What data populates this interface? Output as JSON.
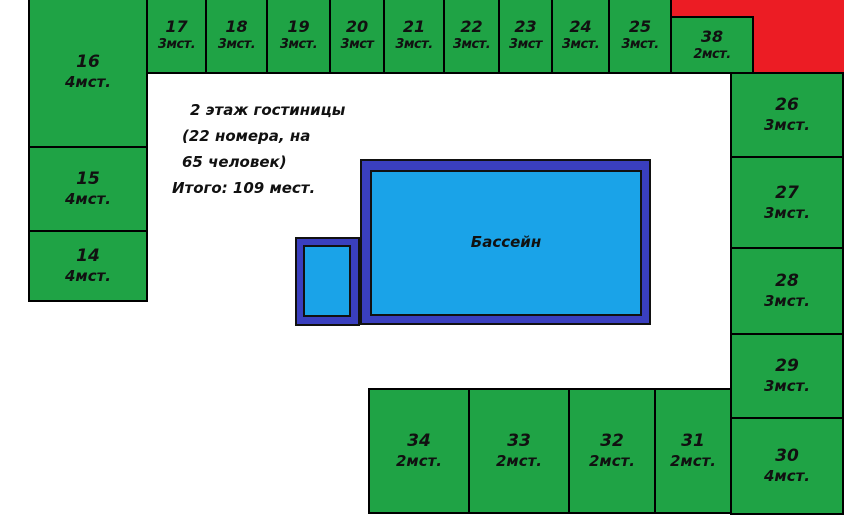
{
  "rooms": {
    "r16": {
      "num": "16",
      "cap": "4мст."
    },
    "r15": {
      "num": "15",
      "cap": "4мст."
    },
    "r14": {
      "num": "14",
      "cap": "4мст."
    },
    "r17": {
      "num": "17",
      "cap": "3мст."
    },
    "r18": {
      "num": "18",
      "cap": "3мст."
    },
    "r19": {
      "num": "19",
      "cap": "3мст."
    },
    "r20": {
      "num": "20",
      "cap": "3мст"
    },
    "r21": {
      "num": "21",
      "cap": "3мст."
    },
    "r22": {
      "num": "22",
      "cap": "3мст."
    },
    "r23": {
      "num": "23",
      "cap": "3мст"
    },
    "r24": {
      "num": "24",
      "cap": "3мст."
    },
    "r25": {
      "num": "25",
      "cap": "3мст."
    },
    "r38": {
      "num": "38",
      "cap": "2мст."
    },
    "r26": {
      "num": "26",
      "cap": "3мст."
    },
    "r27": {
      "num": "27",
      "cap": "3мст."
    },
    "r28": {
      "num": "28",
      "cap": "3мст."
    },
    "r29": {
      "num": "29",
      "cap": "3мст."
    },
    "r30": {
      "num": "30",
      "cap": "4мст."
    },
    "r31": {
      "num": "31",
      "cap": "2мст."
    },
    "r32": {
      "num": "32",
      "cap": "2мст."
    },
    "r33": {
      "num": "33",
      "cap": "2мст."
    },
    "r34": {
      "num": "34",
      "cap": "2мст."
    }
  },
  "note": {
    "line1": "2 этаж гостиницы",
    "line2": "(22 номера, на",
    "line3": "65 человек)",
    "line4": "Итого: 109 мест."
  },
  "pool": {
    "label": "Бассейн"
  },
  "colors": {
    "room": "#1fa345",
    "red_zone": "#ec1c24",
    "pool_border": "#3a3fbf",
    "pool_water": "#1aa3e8"
  }
}
